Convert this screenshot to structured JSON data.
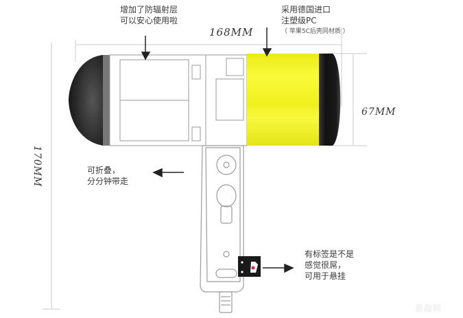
{
  "annotations": {
    "radiation_layer": {
      "line1": "增加了防辐射层",
      "line2": "可以安心使用啦"
    },
    "material": {
      "line1": "采用德国进口",
      "line2": "注塑级PC",
      "line3": "（ 苹果5C后壳同材质 ）"
    },
    "foldable": {
      "line1": "可折叠，",
      "line2": "分分钟带走"
    },
    "tag": {
      "line1": "有标签是不是",
      "line2": "感觉很屌，",
      "line3": "可用于悬挂"
    }
  },
  "dimensions": {
    "width": "168MM",
    "diameter": "67MM",
    "height": "170MM"
  },
  "product": {
    "body_color": "#f2f224",
    "cap_color": "#1a1a1a",
    "back_dome_color": "#2e2e2e",
    "outline_color": "#9a9a9a"
  },
  "watermark": "易趣网"
}
